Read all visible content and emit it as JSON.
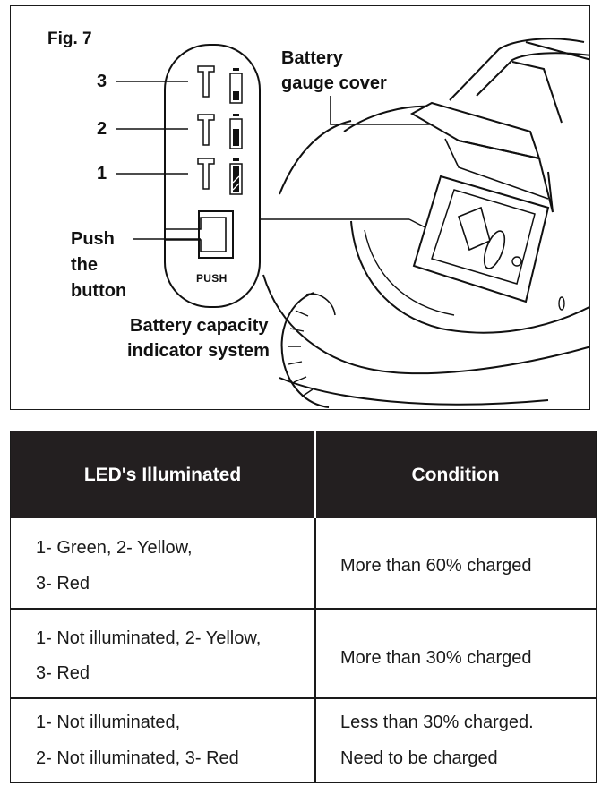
{
  "figure": {
    "label": "Fig. 7",
    "led_numbers": [
      "3",
      "2",
      "1"
    ],
    "push_instruction": [
      "Push",
      "the",
      "button"
    ],
    "push_button_text": "PUSH",
    "gauge_cover_label": [
      "Battery",
      "gauge cover"
    ],
    "indicator_system_label": [
      "Battery capacity",
      "indicator system"
    ]
  },
  "table": {
    "headers": [
      "LED's Illuminated",
      "Condition"
    ],
    "rows": [
      {
        "leds": [
          "1- Green, 2- Yellow,",
          "3- Red"
        ],
        "condition": [
          "More than 60% charged"
        ]
      },
      {
        "leds": [
          "1- Not illuminated, 2- Yellow,",
          "3- Red"
        ],
        "condition": [
          "More than 30% charged"
        ]
      },
      {
        "leds": [
          "1- Not illuminated,",
          "2- Not illuminated, 3- Red"
        ],
        "condition": [
          "Less than 30% charged.",
          "Need to be charged"
        ]
      }
    ]
  }
}
